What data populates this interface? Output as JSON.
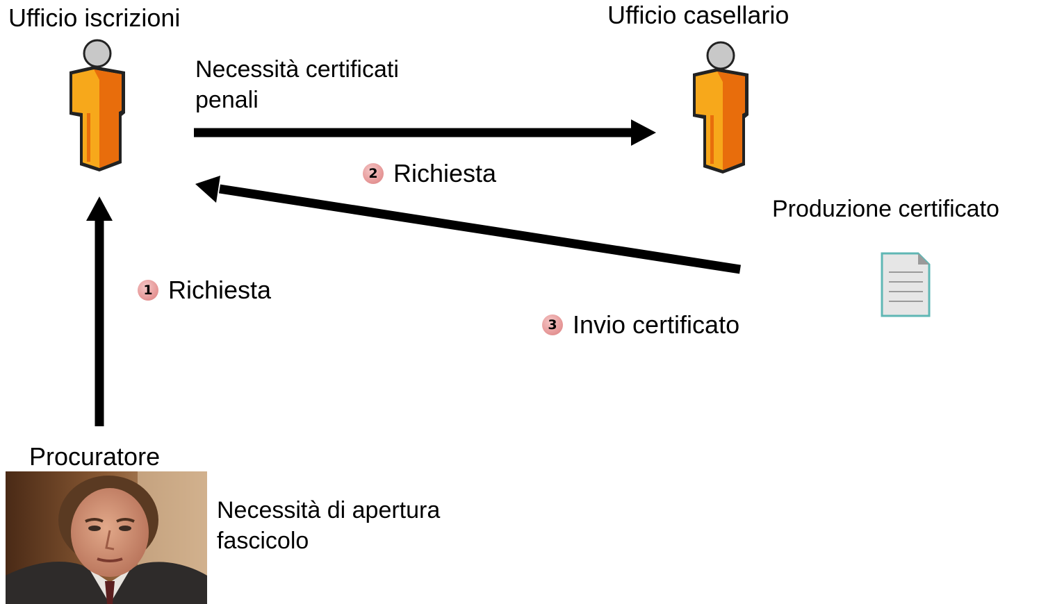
{
  "actors": {
    "iscrizioni": {
      "label": "Ufficio iscrizioni",
      "icon": "person-icon"
    },
    "casellario": {
      "label": "Ufficio casellario",
      "icon": "person-icon"
    },
    "procuratore": {
      "label": "Procuratore",
      "icon": "portrait-photo"
    }
  },
  "notes": {
    "need_certificates": "Necessità certificati\npenali",
    "need_open_file": "Necessità di apertura\nfascicolo",
    "production": "Produzione certificato"
  },
  "steps": [
    {
      "badge": "1",
      "label": "Richiesta"
    },
    {
      "badge": "2",
      "label": "Richiesta"
    },
    {
      "badge": "3",
      "label": "Invio certificato"
    }
  ],
  "document": {
    "icon": "document-icon"
  },
  "colors": {
    "arrow": "#000000",
    "person_primary": "#f7a81b",
    "person_shadow": "#e86d0c",
    "head": "#c8c8c8",
    "badge": "#e79a9a",
    "document_border": "#5fb7b4"
  }
}
